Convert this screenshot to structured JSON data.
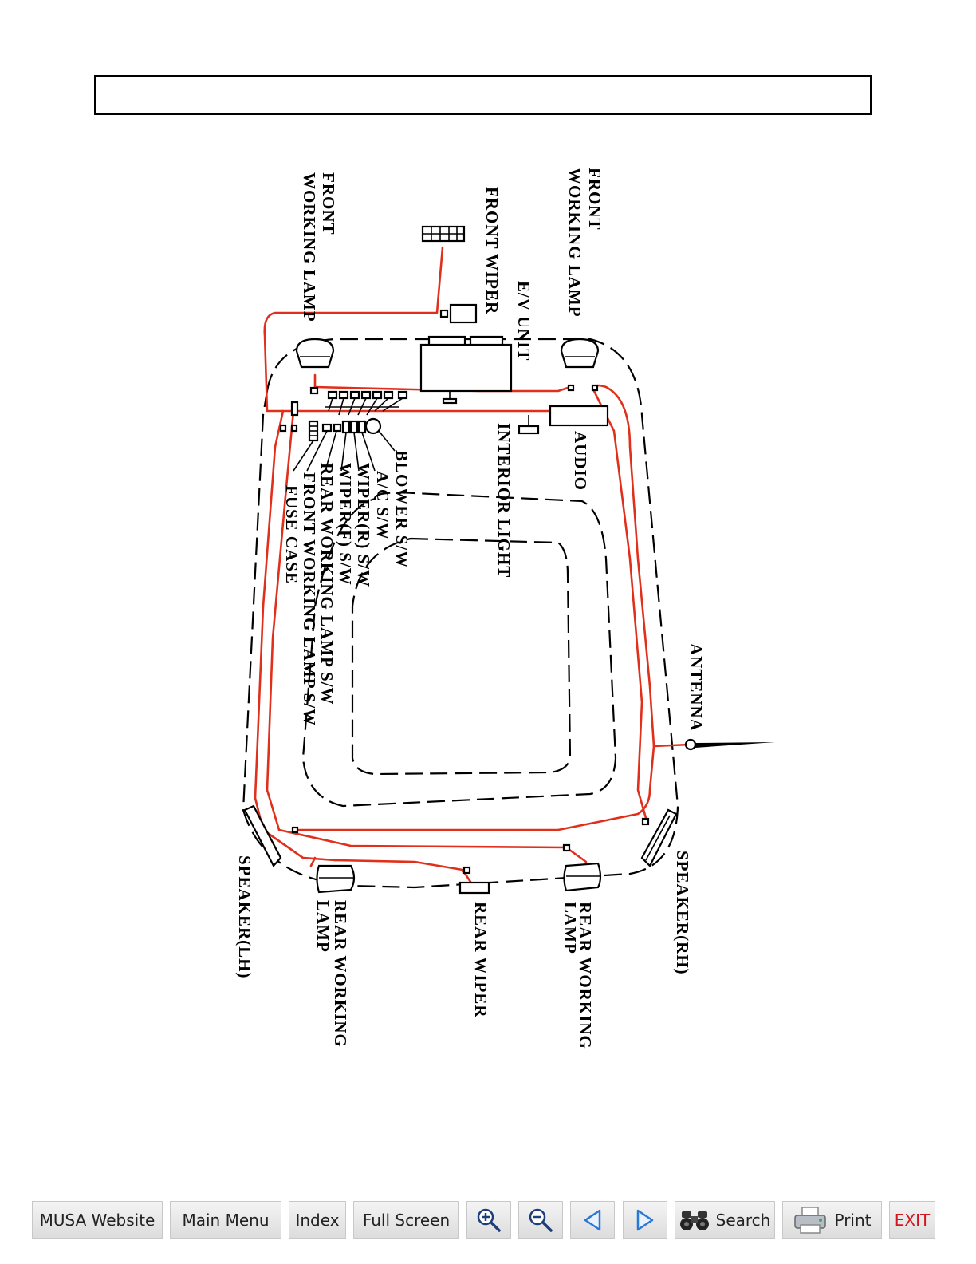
{
  "header": {
    "title": ""
  },
  "diagram": {
    "labels": {
      "front_working_lamp_left_1": "FRONT",
      "front_working_lamp_left_2": "WORKING  LAMP",
      "front_wiper": "FRONT  WIPER",
      "ev_unit": "E/V  UNIT",
      "front_working_lamp_right_1": "FRONT",
      "front_working_lamp_right_2": "WORKING  LAMP",
      "interior_light": "INTERIOR  LIGHT",
      "audio": "AUDIO",
      "blower_sw": "BLOWER  S/W",
      "ac_sw": "A/C  S/W",
      "wiper_r_sw": "WIPER(R)  S/W",
      "wiper_f_sw": "WIPER(F)  S/W",
      "rear_working_lamp_sw": "REAR  WORKING  LAMP  S/W",
      "front_working_lamp_sw": "FRONT  WORKING  LAMP  S/W",
      "fuse_case": "FUSE  CASE",
      "antenna": "ANTENNA",
      "speaker_lh": "SPEAKER(LH)",
      "rear_working_lamp_left_1": "REAR  WORKING",
      "rear_working_lamp_left_2": "LAMP",
      "rear_wiper": "REAR  WIPER",
      "rear_working_lamp_right_1": "REAR  WORKING",
      "rear_working_lamp_right_2": "LAMP",
      "speaker_rh": "SPEAKER(RH)"
    },
    "colors": {
      "wire": "#e0301c",
      "outline": "#000000"
    }
  },
  "toolbar": {
    "musa_website": "MUSA Website",
    "main_menu": "Main Menu",
    "index": "Index",
    "full_screen": "Full Screen",
    "zoom_in_icon": "zoom-in-icon",
    "zoom_out_icon": "zoom-out-icon",
    "prev_icon": "arrow-left-icon",
    "next_icon": "arrow-right-icon",
    "search": "Search",
    "print": "Print",
    "exit": "EXIT",
    "exit_color": "#d0171f"
  }
}
